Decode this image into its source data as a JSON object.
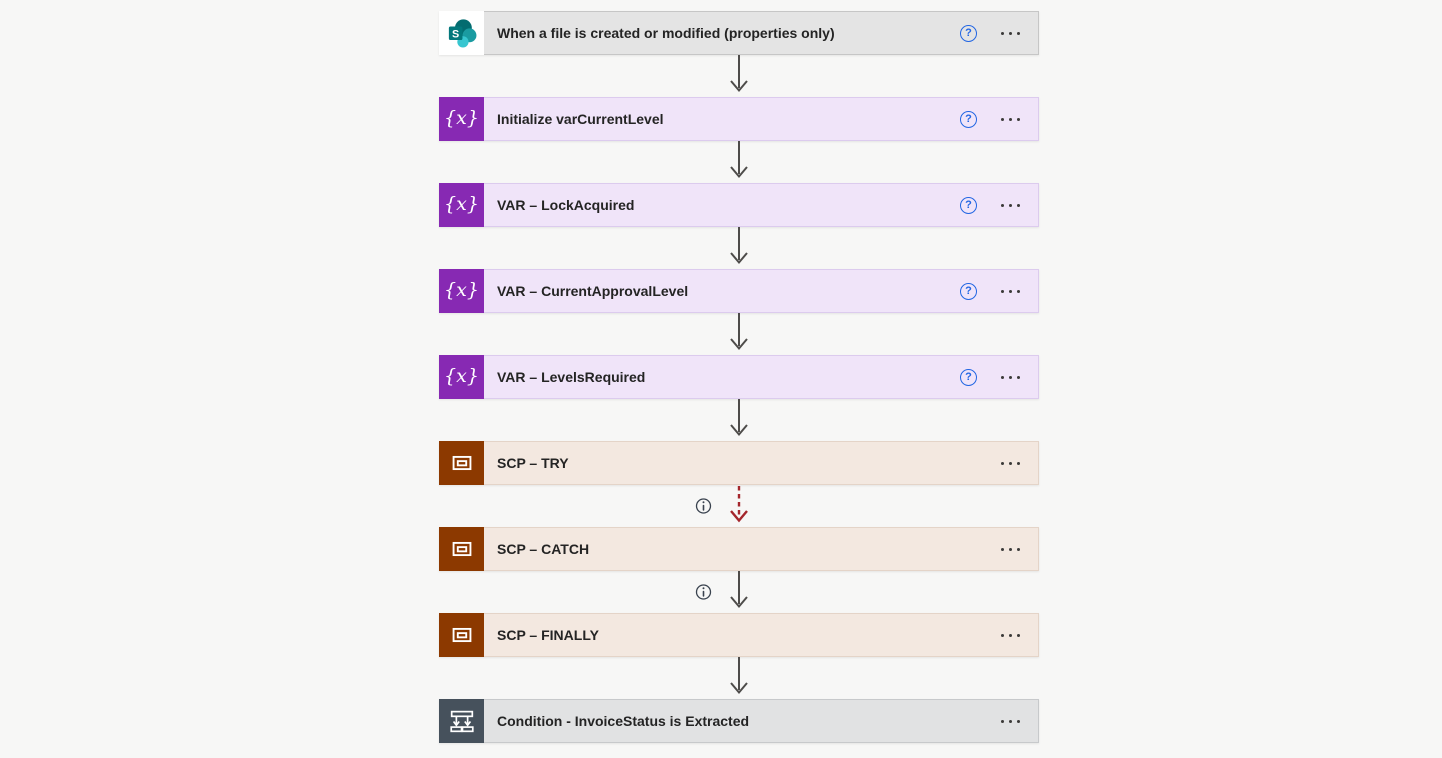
{
  "app": {
    "name": "Power Automate flow designer canvas"
  },
  "colors": {
    "page_background": "#f7f7f6",
    "arrow": "#4e4c4a",
    "run_after_dashed_arrow": "#a4262c",
    "help_icon_blue": "#2266e3",
    "menu_dots": "#3b3a39",
    "text": "#242424",
    "trigger_card_bg": "#e4e4e4",
    "variable_card_bg": "#f0e4f9",
    "variable_icon_bg": "#8729b3",
    "scope_card_bg": "#f3e8e0",
    "scope_icon_bg": "#8c3900",
    "condition_card_bg": "#e1e2e3",
    "condition_icon_bg": "#46515c",
    "sharepoint_teal_dark": "#036c70",
    "sharepoint_teal_mid": "#1a9ba1",
    "sharepoint_teal_light": "#37c6d0"
  },
  "icons": {
    "variable_glyph": "{x}",
    "help_glyph": "?",
    "info_glyph": "i",
    "sharepoint_letter": "S",
    "trigger_icon": "sharepoint-logo-icon",
    "variable_icon": "variable-braces-icon",
    "scope_icon": "scope-nested-rectangles-icon",
    "condition_icon": "condition-branch-icon",
    "menu_icon": "ellipsis-more-icon"
  },
  "flow": {
    "nodes": [
      {
        "label": "When a file is created or modified (properties only)",
        "type": "sharepoint-trigger",
        "has_help": true,
        "has_menu": true
      },
      {
        "label": "Initialize varCurrentLevel",
        "type": "variable-action",
        "has_help": true,
        "has_menu": true
      },
      {
        "label": "VAR – LockAcquired",
        "type": "variable-action",
        "has_help": true,
        "has_menu": true
      },
      {
        "label": "VAR – CurrentApprovalLevel",
        "type": "variable-action",
        "has_help": true,
        "has_menu": true
      },
      {
        "label": "VAR – LevelsRequired",
        "type": "variable-action",
        "has_help": true,
        "has_menu": true
      },
      {
        "label": "SCP – TRY",
        "type": "scope-action",
        "has_help": false,
        "has_menu": true
      },
      {
        "label": "SCP – CATCH",
        "type": "scope-action",
        "has_help": false,
        "has_menu": true
      },
      {
        "label": "SCP – FINALLY",
        "type": "scope-action",
        "has_help": false,
        "has_menu": true
      },
      {
        "label": "Condition - InvoiceStatus is Extracted",
        "type": "condition-action",
        "has_help": false,
        "has_menu": true
      }
    ],
    "connectors": [
      {
        "from": 0,
        "to": 1,
        "style": "solid",
        "info": false
      },
      {
        "from": 1,
        "to": 2,
        "style": "solid",
        "info": false
      },
      {
        "from": 2,
        "to": 3,
        "style": "solid",
        "info": false
      },
      {
        "from": 3,
        "to": 4,
        "style": "solid",
        "info": false
      },
      {
        "from": 4,
        "to": 5,
        "style": "solid",
        "info": false
      },
      {
        "from": 5,
        "to": 6,
        "style": "dashed-run-after",
        "info": true
      },
      {
        "from": 6,
        "to": 7,
        "style": "solid",
        "info": true
      },
      {
        "from": 7,
        "to": 8,
        "style": "solid",
        "info": false
      }
    ]
  }
}
